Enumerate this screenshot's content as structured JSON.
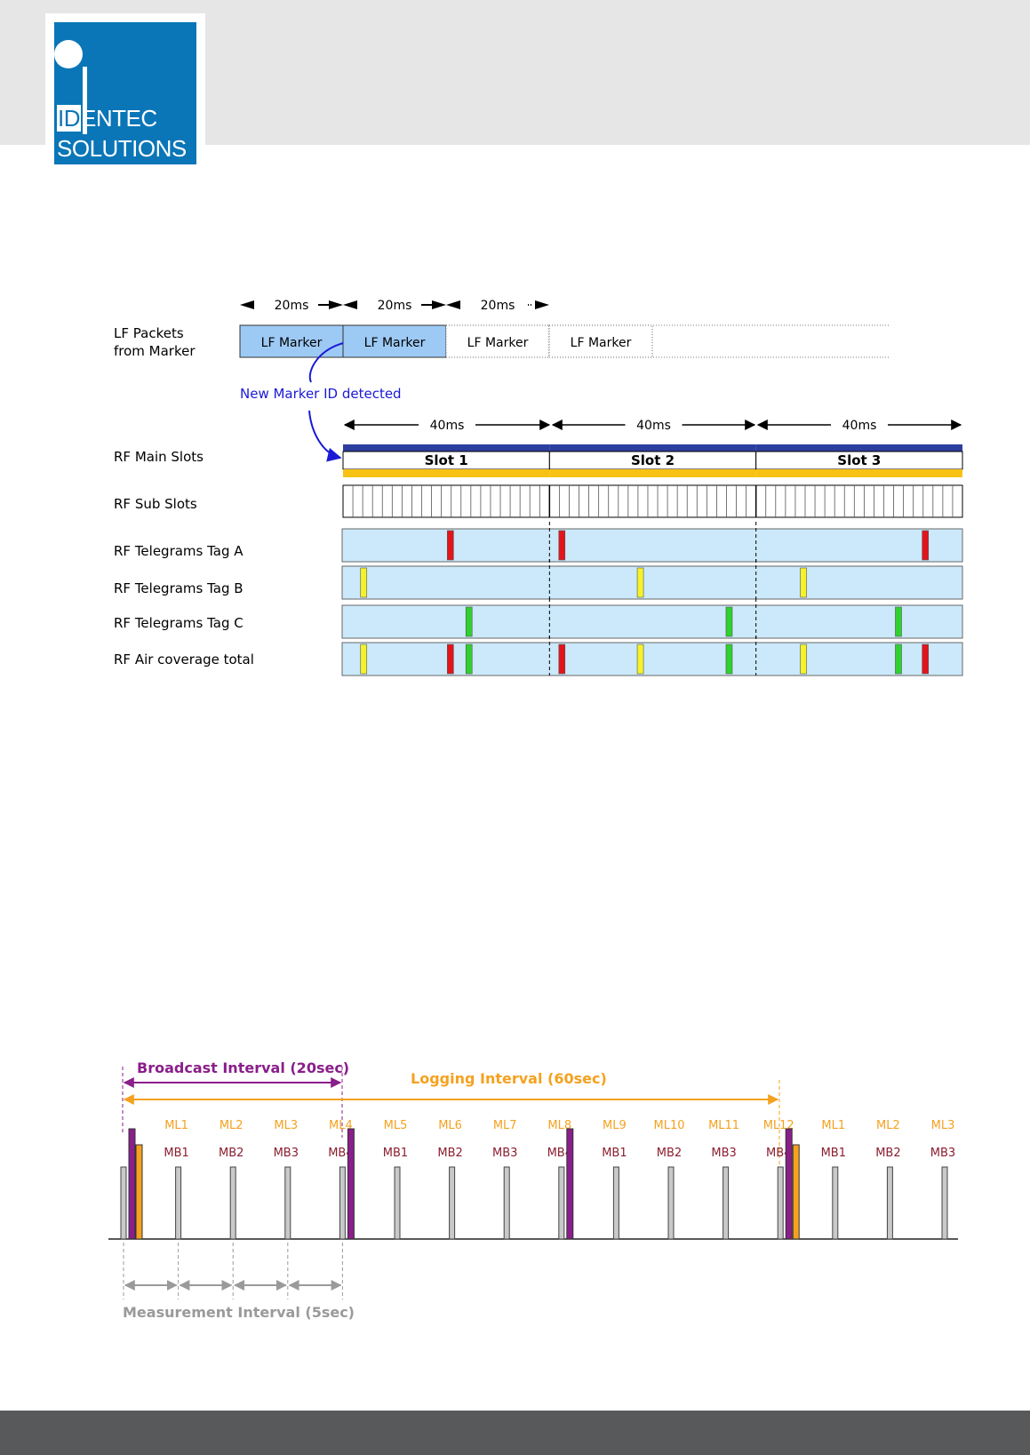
{
  "logo": {
    "line1_highlight": "ID",
    "line1_rest": "ENTEC",
    "line2": "SOLUTIONS"
  },
  "colors": {
    "logo_blue": "#0a76b8",
    "lf_fill": "#9dcaf5",
    "lane_fill": "#cce9fb",
    "slot_top": "#2c3e9e",
    "slot_bottom": "#f7c214",
    "tag_a": "#e3151a",
    "tag_b": "#f6f22a",
    "tag_c": "#2fd12f",
    "broadcast": "#8a1e8a",
    "logging": "#f5a11f",
    "measurement": "#9a9a9a",
    "mb_text": "#8b1e2f"
  },
  "diagram1": {
    "lf_label_line1": "LF Packets",
    "lf_label_line2": "from Marker",
    "lf_interval": "20ms",
    "lf_marker": "LF Marker",
    "lf_packets_highlighted": [
      true,
      true,
      false,
      false
    ],
    "detect_label": "New Marker ID detected",
    "rf_interval": "40ms",
    "rows": {
      "main": "RF Main Slots",
      "sub": "RF Sub Slots",
      "tag_a": "RF Telegrams Tag A",
      "tag_b": "RF Telegrams Tag B",
      "tag_c": "RF Telegrams Tag C",
      "total": "RF Air coverage total"
    },
    "slots": [
      "Slot 1",
      "Slot 2",
      "Slot 3"
    ],
    "subslots_per_slot": 21,
    "telegram_positions": {
      "tag_a": [
        0.52,
        0.06,
        0.82
      ],
      "tag_b": [
        0.1,
        0.44,
        0.23
      ],
      "tag_c": [
        0.61,
        0.87,
        0.69
      ]
    }
  },
  "diagram2": {
    "broadcast_label": "Broadcast Interval (20sec)",
    "logging_label": "Logging Interval (60sec)",
    "measurement_label": "Measurement Interval (5sec)",
    "ml_labels": [
      "ML1",
      "ML2",
      "ML3",
      "ML4",
      "ML5",
      "ML6",
      "ML7",
      "ML8",
      "ML9",
      "ML10",
      "ML11",
      "ML12",
      "ML1",
      "ML2",
      "ML3"
    ],
    "mb_labels": [
      "MB1",
      "MB2",
      "MB3",
      "MB4",
      "MB1",
      "MB2",
      "MB3",
      "MB4",
      "MB1",
      "MB2",
      "MB3",
      "MB4",
      "MB1",
      "MB2",
      "MB3"
    ]
  }
}
